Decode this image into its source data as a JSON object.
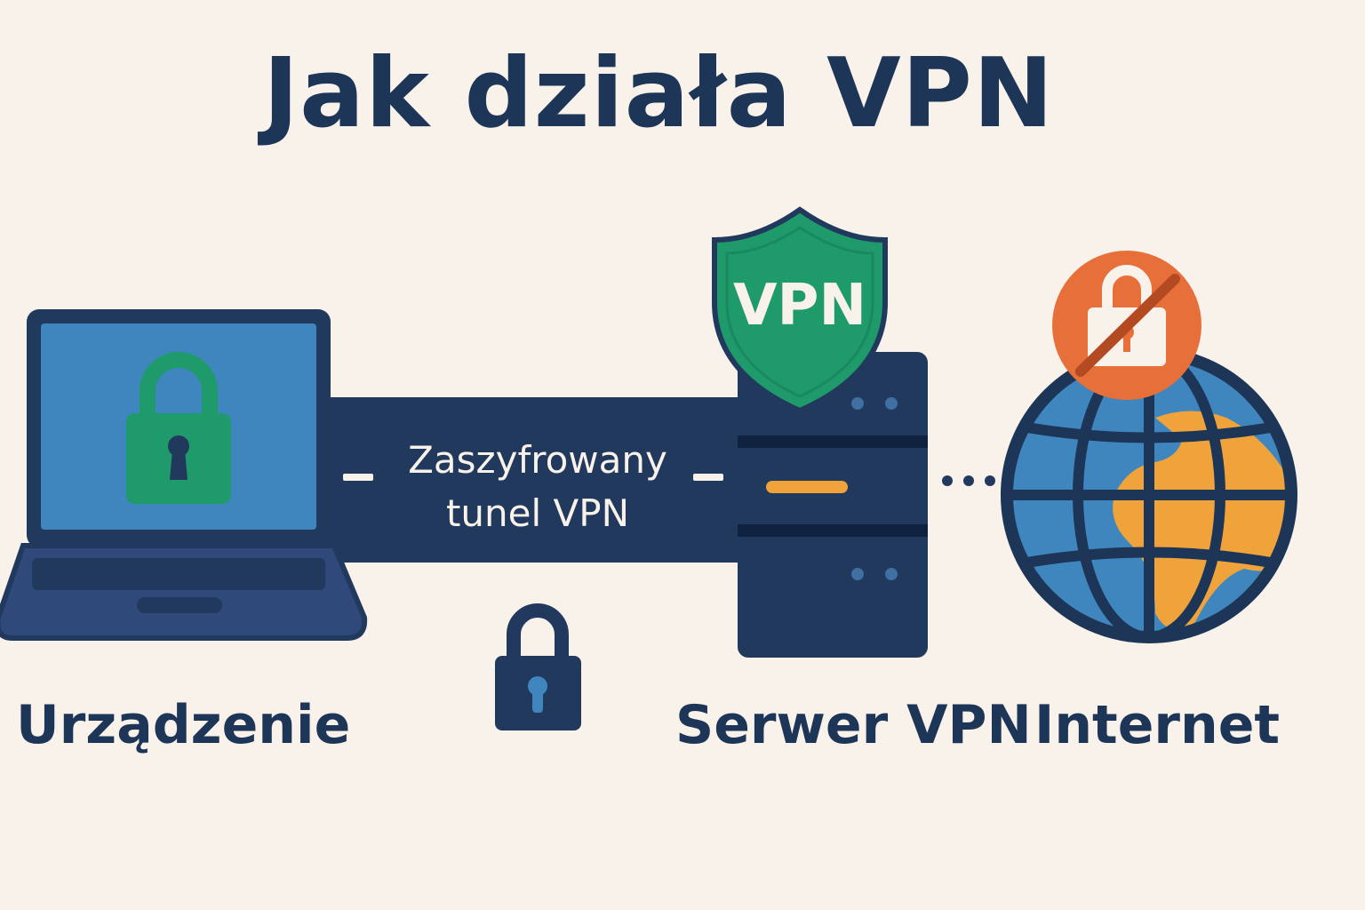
{
  "title": "Jak działa VPN",
  "labels": {
    "device": "Urządzenie",
    "server": "Serwer VPN",
    "internet": "Internet"
  },
  "tunnel": {
    "line1": "Zaszyfrowany",
    "line2": "tunel VPN"
  },
  "shield_text": "VPN",
  "icons": {
    "laptop": "laptop-icon",
    "lock_device": "padlock-icon",
    "lock_tunnel": "padlock-icon",
    "server": "server-icon",
    "shield": "shield-icon",
    "globe": "globe-icon",
    "unlocked_badge": "no-lock-icon"
  },
  "colors": {
    "background": "#f8f2ea",
    "navy": "#1d3557",
    "tunnel": "#22395e",
    "laptop_body": "#2f4a7a",
    "screen": "#3f86bf",
    "green": "#1f9a6a",
    "orange": "#e76f3a",
    "land": "#f0a33a",
    "ocean": "#3f86bf"
  }
}
